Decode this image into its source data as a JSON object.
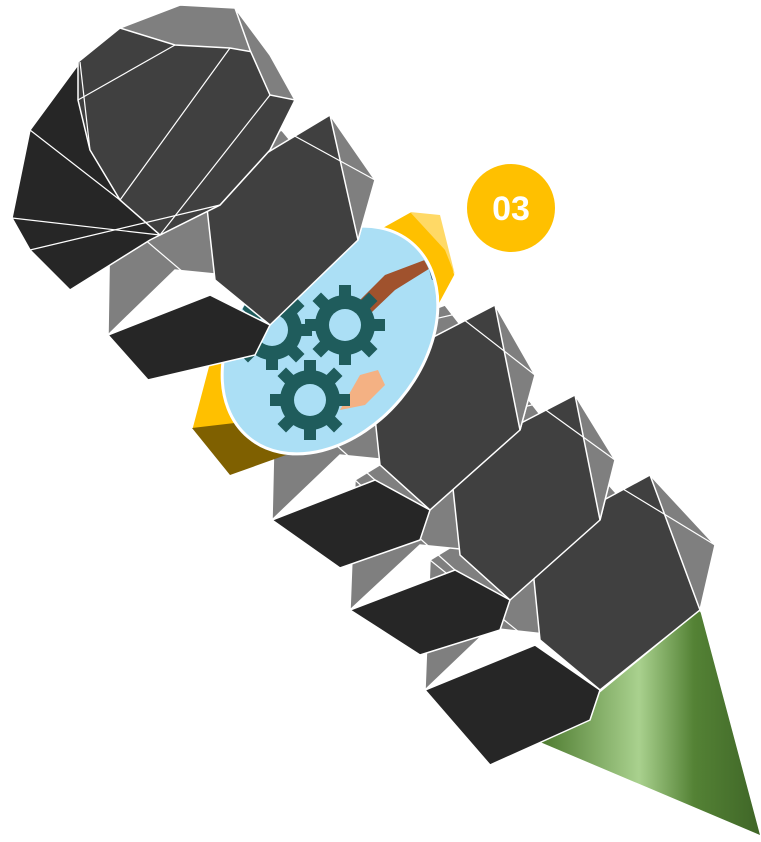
{
  "diagram": {
    "step_badge": {
      "label": "03",
      "color": "#FFC000"
    },
    "colors": {
      "light_face": "#7f7f7f",
      "mid_face": "#404040",
      "dark_face": "#262626",
      "highlight_segment": "#FFC000",
      "highlight_dark": "#7F6000",
      "tip_green": "#548235",
      "image_background": "#ABDFF5",
      "gear_color": "#1F5C5C"
    },
    "segments": [
      {
        "name": "head",
        "highlighted": false
      },
      {
        "name": "segment-2",
        "highlighted": false
      },
      {
        "name": "segment-3",
        "highlighted": true,
        "image": "gears-teamwork"
      },
      {
        "name": "segment-4",
        "highlighted": false
      },
      {
        "name": "segment-5",
        "highlighted": false
      },
      {
        "name": "segment-6",
        "highlighted": false
      },
      {
        "name": "tip",
        "highlighted": false
      }
    ],
    "icon": "gears-with-hands-icon"
  }
}
